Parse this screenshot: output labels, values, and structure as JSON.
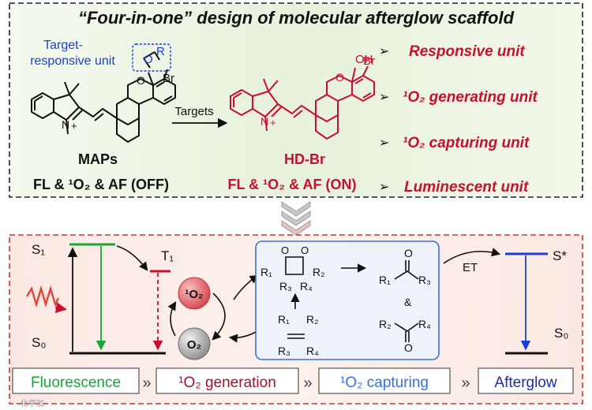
{
  "top": {
    "title": "“Four-in-one” design of molecular afterglow scaffold",
    "target_label_line1": "Target-",
    "target_label_line2": "responsive unit",
    "targets_arrow_label": "Targets",
    "maps": {
      "name": "MAPs",
      "state": "FL & ¹O₂ & AF (OFF)"
    },
    "hdbr": {
      "name": "HD-Br",
      "state": "FL & ¹O₂ & AF (ON)"
    },
    "atoms": {
      "br": "Br",
      "oh": "OH",
      "o": "O",
      "r": "R",
      "n": "N",
      "plus": "+"
    },
    "units": [
      "Responsive unit",
      "¹O₂ generating unit",
      "¹O₂ capturing unit",
      "Luminescent unit"
    ],
    "bullet": "➢"
  },
  "bottom": {
    "levels": {
      "s1": "S₁",
      "s0": "S₀",
      "t1": "T₁",
      "s_star": "S*",
      "s0_right": "S₀"
    },
    "o2_singlet": "¹O₂",
    "o2_ground": "O₂",
    "et_label": "ET",
    "dioxetane": {
      "r1": "R₁",
      "r2": "R₂",
      "r3": "R₃",
      "r4": "R₄",
      "o": "O"
    },
    "alkene": {
      "r1": "R₁",
      "r2": "R₂",
      "r3": "R₃",
      "r4": "R₄"
    },
    "ketones": {
      "r1": "R₁",
      "r2": "R₂",
      "r3": "R₃",
      "r4": "R₄",
      "o": "O",
      "amp": "&"
    },
    "stages": [
      "Fluorescence",
      "¹O₂ generation",
      "¹O₂ capturing",
      "Afterglow"
    ],
    "chevron": "»"
  },
  "watermark": "化学加",
  "colors": {
    "top_border": "#222222",
    "top_bg": "#eef5e4",
    "bottom_border": "#c0393b",
    "bottom_bg": "#fbe9e2",
    "red": "#c8102e",
    "green": "#1aa53a",
    "blue": "#1b3fd0",
    "box_blue": "#3a6fd8",
    "navy": "#1c2fa0",
    "dark_red": "#a0112d"
  }
}
